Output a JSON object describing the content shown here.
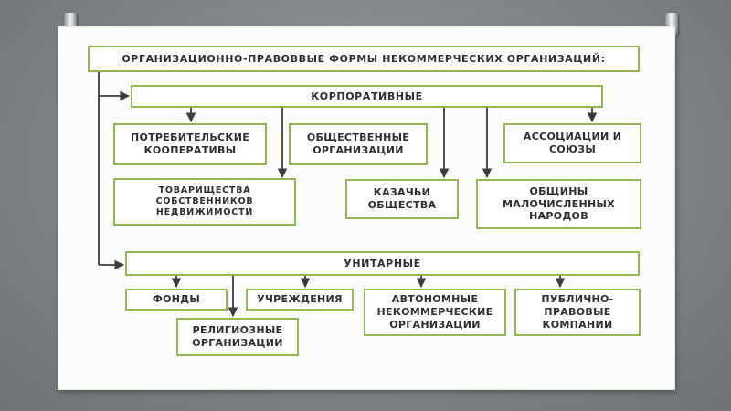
{
  "title": "ОРГАНИЗАЦИОННО-ПРАВОВВЫЕ ФОРМЫ НЕКОММЕРЧЕСКИХ ОРГАНИЗАЦИЙ:",
  "corporate": {
    "label": "КОРПОРАТИВНЫЕ",
    "items": [
      "ПОТРЕБИТЕЛЬСКИЕ\nКООПЕРАТИВЫ",
      "ОБЩЕСТВЕННЫЕ\nОРГАНИЗАЦИИ",
      "АССОЦИАЦИИ И\nСОЮЗЫ",
      "ТОВАРИЩЕСТВА\nСОБСТВЕННИКОВ\nНЕДВИЖИМОСТИ",
      "КАЗАЧЬИ\nОБЩЕСТВА",
      "ОБЩИНЫ\nМАЛОЧИСЛЕННЫХ\nНАРОДОВ"
    ]
  },
  "unitary": {
    "label": "УНИТАРНЫЕ",
    "items": [
      "ФОНДЫ",
      "УЧРЕЖДЕНИЯ",
      "АВТОНОМНЫЕ\nНЕКОММЕРЧЕСКИЕ\nОРГАНИЗАЦИИ",
      "ПУБЛИЧНО-\nПРАВОВЫЕ\nКОМПАНИИ",
      "РЕЛИГИОЗНЫЕ\nОРГАНИЗАЦИИ"
    ]
  },
  "colors": {
    "border": "#93b553",
    "arrow": "#3b3b3b",
    "text": "#2e2e2e",
    "card": "#fbfbf9"
  }
}
